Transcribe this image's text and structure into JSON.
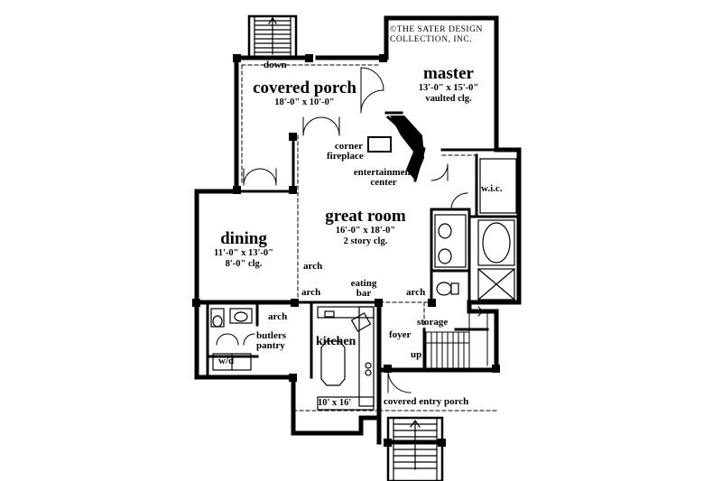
{
  "copyright": {
    "line1": "©THE SATER DESIGN",
    "line2": "COLLECTION, INC."
  },
  "rooms": {
    "master": {
      "name": "master",
      "size": "13'-0\" x 15'-0\"",
      "note": "vaulted clg."
    },
    "covered_porch": {
      "name": "covered porch",
      "size": "18'-0\" x 10'-0\""
    },
    "great_room": {
      "name": "great room",
      "size": "16'-0\" x 18'-0\"",
      "note": "2 story clg."
    },
    "dining": {
      "name": "dining",
      "size": "11'-0\" x 13'-0\"",
      "note": "8'-0\" clg."
    },
    "kitchen": {
      "name": "kitchen",
      "size": "10' x 16'"
    }
  },
  "labels": {
    "down": "down",
    "corner_fireplace_1": "corner",
    "corner_fireplace_2": "fireplace",
    "entertainment_1": "entertainment",
    "entertainment_2": "center",
    "wic": "w.i.c.",
    "arch": "arch",
    "eating_1": "eating",
    "eating_2": "bar",
    "storage": "storage",
    "foyer": "foyer",
    "up": "up",
    "butlers_1": "butlers",
    "butlers_2": "pantry",
    "wd": "w/d",
    "covered_entry_porch": "covered entry porch"
  }
}
